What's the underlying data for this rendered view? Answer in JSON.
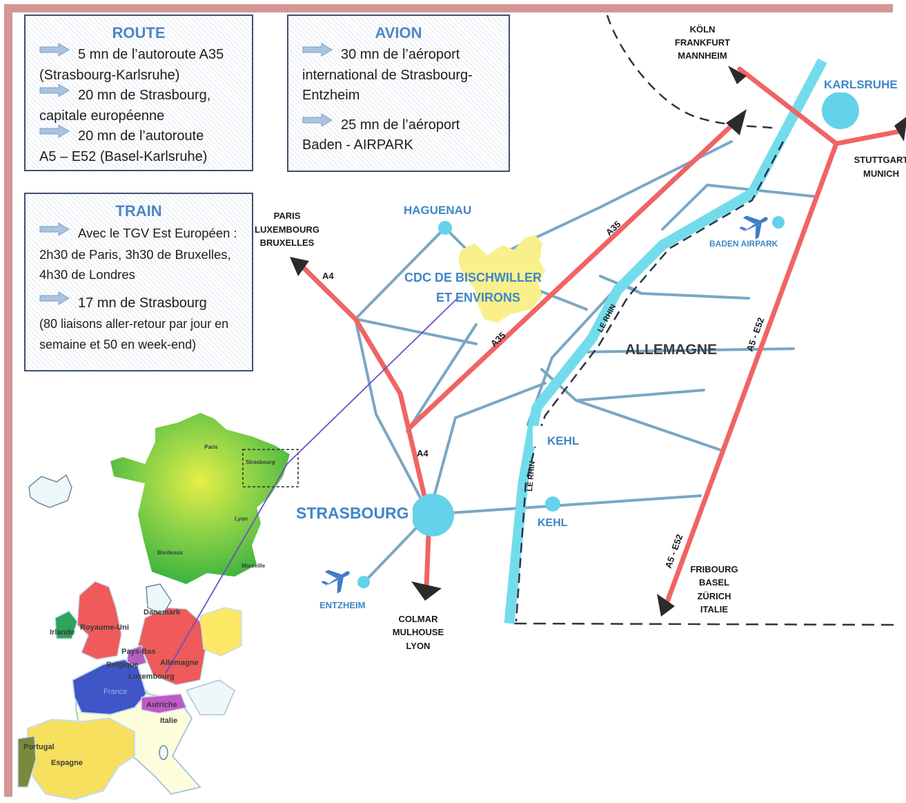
{
  "boxes": {
    "route": {
      "title": "ROUTE",
      "lines": [
        "5 mn de l’autoroute A35",
        "(Strasbourg-Karlsruhe)",
        "20 mn de Strasbourg,",
        "capitale européenne",
        "20 mn de l’autoroute",
        "A5 – E52 (Basel-Karlsruhe)"
      ]
    },
    "avion": {
      "title": "AVION",
      "lines": [
        "30 mn de l’aéroport",
        "international de Strasbourg-",
        "Entzheim",
        "25 mn de l’aéroport",
        "Baden - AIRPARK"
      ]
    },
    "train": {
      "title": "TRAIN",
      "lines": [
        "Avec le TGV Est Européen :",
        "2h30 de Paris, 3h30 de Bruxelles,",
        "4h30 de Londres",
        "17 mn de Strasbourg",
        "(80 liaisons aller-retour par jour en",
        "semaine et 50 en week-end)"
      ]
    }
  },
  "map": {
    "cities": {
      "strasbourg": "STRASBOURG",
      "haguenau": "HAGUENAU",
      "karlsruhe": "KARLSRUHE",
      "kehl_upper": "KEHL",
      "kehl_lower": "KEHL",
      "entzheim": "ENTZHEIM",
      "baden_airpark": "BADEN AIRPARK",
      "allemagne": "ALLEMAGNE",
      "cdc_line1": "CDC DE BISCHWILLER",
      "cdc_line2": "ET ENVIRONS"
    },
    "destinations": {
      "north": [
        "KÖLN",
        "FRANKFURT",
        "MANNHEIM"
      ],
      "northwest": [
        "PARIS",
        "LUXEMBOURG",
        "BRUXELLES"
      ],
      "east": [
        "STUTTGART",
        "MUNICH"
      ],
      "south": [
        "COLMAR",
        "MULHOUSE",
        "LYON"
      ],
      "southeast": [
        "FRIBOURG",
        "BASEL",
        "ZÜRICH",
        "ITALIE"
      ]
    },
    "roads": {
      "a4_upper": "A4",
      "a4_lower": "A4",
      "a35_upper": "A35",
      "a35_lower": "A35",
      "a5_upper": "A5 - E52",
      "a5_lower": "A5 - E52"
    },
    "river": {
      "upper": "LE RHIN",
      "lower": "LE RHIN"
    }
  },
  "inset": {
    "france_map": {
      "paris": "Paris",
      "strasbourg": "Strasbourg",
      "lyon": "Lyon",
      "bordeaux": "Bordeaux",
      "marseille": "Marseille"
    },
    "europe_map": {
      "danemark": "Danemark",
      "irlande": "Irlande",
      "royaume_uni": "Royaume-Uni",
      "pays_bas": "Pays-Bas",
      "belgique": "Belgique",
      "allemagne": "Allemagne",
      "luxembourg": "Luxembourg",
      "france": "France",
      "autriche": "Autriche",
      "italie": "Italie",
      "portugal": "Portugal",
      "espagne": "Espagne"
    }
  },
  "colors": {
    "road_red": "#f06464",
    "river_cyan": "#73dcec",
    "minor_road": "#7aa7c4",
    "city_dot": "#64d2ea",
    "label_blue": "#3f86c8",
    "frame_pink": "#d49595",
    "box_border": "#3d4f6e",
    "cdc_yellow": "#f9f08c"
  }
}
